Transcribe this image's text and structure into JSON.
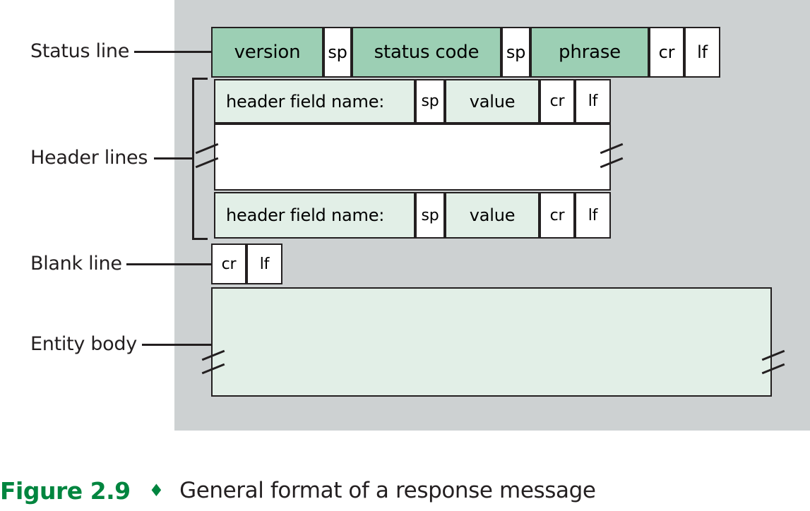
{
  "figure": {
    "number_label": "Figure 2.9",
    "separator_glyph": "♦",
    "caption": "General format of a response message"
  },
  "colors": {
    "panel_background": "#cdd1d2",
    "field_strong": "#9ccfb4",
    "field_light": "#e2efe7",
    "field_blank": "#ffffff",
    "stroke": "#231f20",
    "accent_green": "#00853f",
    "page_background": "#ffffff"
  },
  "labels": {
    "status_line": "Status line",
    "header_lines": "Header lines",
    "blank_line": "Blank line",
    "entity_body": "Entity body"
  },
  "rows": {
    "status_line": {
      "cells": [
        {
          "text": "version",
          "fill": "field_strong"
        },
        {
          "text": "sp",
          "fill": "field_blank"
        },
        {
          "text": "status code",
          "fill": "field_strong"
        },
        {
          "text": "sp",
          "fill": "field_blank"
        },
        {
          "text": "phrase",
          "fill": "field_strong"
        },
        {
          "text": "cr",
          "fill": "field_blank"
        },
        {
          "text": "lf",
          "fill": "field_blank"
        }
      ]
    },
    "header_line_first": {
      "cells": [
        {
          "text": "header field name:",
          "fill": "field_light"
        },
        {
          "text": "sp",
          "fill": "field_blank"
        },
        {
          "text": "value",
          "fill": "field_light"
        },
        {
          "text": "cr",
          "fill": "field_blank"
        },
        {
          "text": "lf",
          "fill": "field_blank"
        }
      ]
    },
    "header_line_gap": {
      "text": "",
      "fill": "field_blank",
      "continuation": true
    },
    "header_line_last": {
      "cells": [
        {
          "text": "header field name:",
          "fill": "field_light"
        },
        {
          "text": "sp",
          "fill": "field_blank"
        },
        {
          "text": "value",
          "fill": "field_light"
        },
        {
          "text": "cr",
          "fill": "field_blank"
        },
        {
          "text": "lf",
          "fill": "field_blank"
        }
      ]
    },
    "blank_line": {
      "cells": [
        {
          "text": "cr",
          "fill": "field_blank"
        },
        {
          "text": "lf",
          "fill": "field_blank"
        }
      ]
    },
    "entity_body": {
      "text": "",
      "fill": "field_light",
      "continuation": true
    }
  }
}
